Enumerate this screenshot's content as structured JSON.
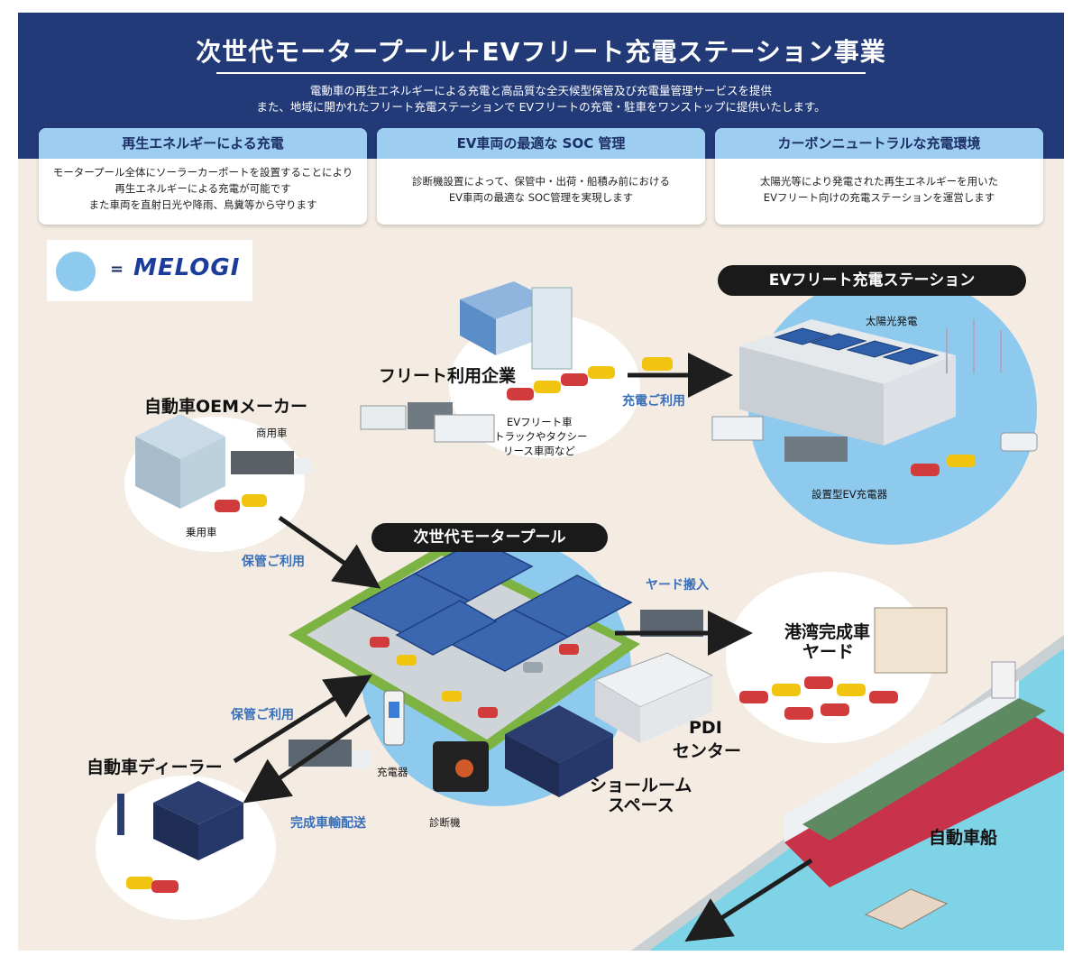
{
  "header": {
    "title": "次世代モータープール＋EVフリート充電ステーション事業",
    "description_line1": "電動車の再生エネルギーによる充電と高品質な全天候型保管及び充電量管理サービスを提供",
    "description_line2": "また、地域に開かれたフリート充電ステーションで EVフリートの充電・駐車をワンストップに提供いたします。"
  },
  "cards": [
    {
      "title": "再生エネルギーによる充電",
      "lines": [
        "モータープール全体にソーラーカーポートを設置することにより",
        "再生エネルギーによる充電が可能です",
        "また車両を直射日光や降雨、鳥糞等から守ります"
      ]
    },
    {
      "title": "EV車両の最適な SOC 管理",
      "lines": [
        "診断機設置によって、保管中・出荷・船積み前における",
        "EV車両の最適な SOC管理を実現します"
      ]
    },
    {
      "title": "カーボンニュートラルな充電環境",
      "lines": [
        "太陽光等により発電された再生エネルギーを用いた",
        "EVフリート向けの充電ステーションを運営します"
      ]
    }
  ],
  "legend": {
    "equals": "=",
    "brand": "MELOGI"
  },
  "nodes": {
    "ev_station": "EVフリート充電ステーション",
    "solar_power": "太陽光発電",
    "installed_charger": "設置型EV充電器",
    "fleet_company": "フリート利用企業",
    "fleet_vehicles_1": "EVフリート車",
    "fleet_vehicles_2": "トラックやタクシー",
    "fleet_vehicles_3": "リース車両など",
    "oem": "自動車OEMメーカー",
    "commercial_vehicle": "商用車",
    "passenger_vehicle": "乗用車",
    "motor_pool": "次世代モータープール",
    "port_yard_1": "港湾完成車",
    "port_yard_2": "ヤード",
    "pdi_1": "PDI",
    "pdi_2": "センター",
    "showroom_1": "ショールーム",
    "showroom_2": "スペース",
    "dealer": "自動車ディーラー",
    "charger": "充電器",
    "diagnostic": "診断機",
    "car_carrier": "自動車船"
  },
  "flows": {
    "charging_use": "充電ご利用",
    "storage_use_oem": "保管ご利用",
    "yard_delivery": "ヤード搬入",
    "storage_use_dealer": "保管ご利用",
    "finished_delivery": "完成車輸配送"
  },
  "colors": {
    "header_bg": "#223a78",
    "card_head": "#9dcdf0",
    "melogi_circle": "#8ec9ee",
    "background": "#f4ece3",
    "flow_label": "#3a6fb8",
    "sea": "#7fd3e6"
  }
}
